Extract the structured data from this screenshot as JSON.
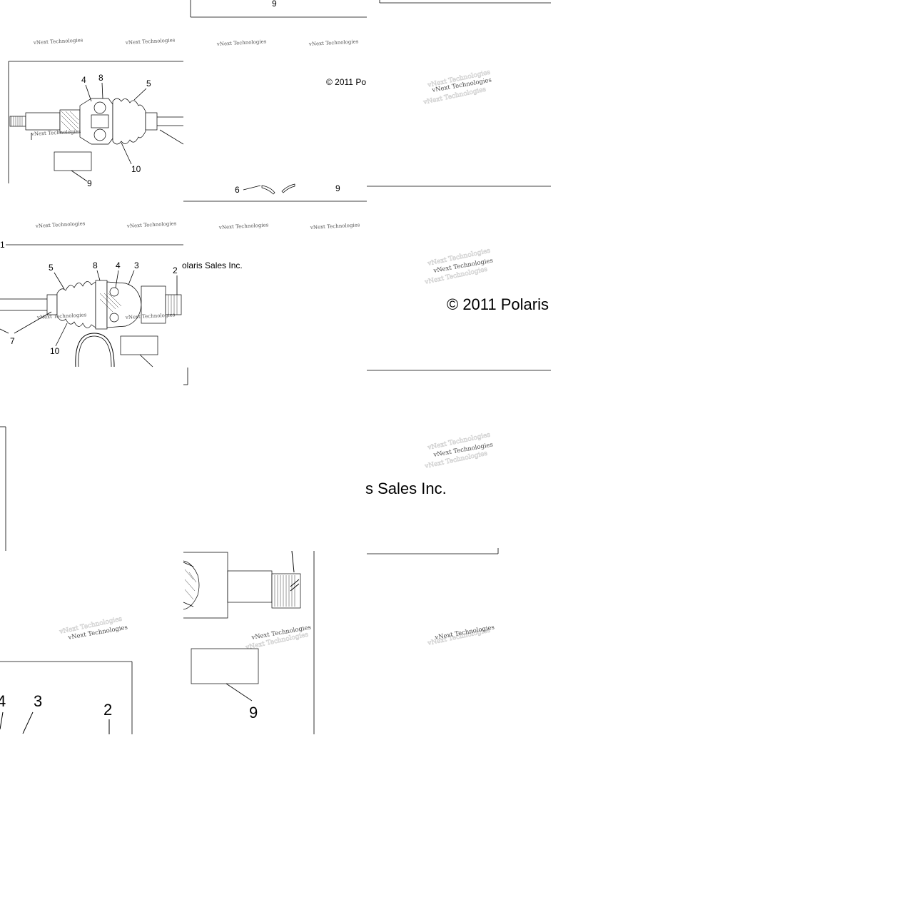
{
  "callouts": {
    "t00": {
      "c9": "9"
    },
    "t10": {
      "c4": "4",
      "c8": "8",
      "c5": "5",
      "c10": "10",
      "c9": "9"
    },
    "t11": {
      "c6": "6",
      "c9": "9"
    },
    "t20": {
      "c1": "1",
      "c5": "5",
      "c8": "8",
      "c4": "4",
      "c3": "3",
      "c2": "2",
      "c7": "7",
      "c10": "10"
    },
    "t31": {
      "c9": "9"
    },
    "t40": {
      "c4": "4",
      "c3": "3",
      "c2": "2"
    }
  },
  "copyright": {
    "top_fragment": "© 2011 Po",
    "mid_fragment": "olaris Sales Inc.",
    "large_fragment": "© 2011 Polaris",
    "large_tail": "s Sales Inc."
  },
  "watermark": {
    "text": "vNext Technologies"
  }
}
